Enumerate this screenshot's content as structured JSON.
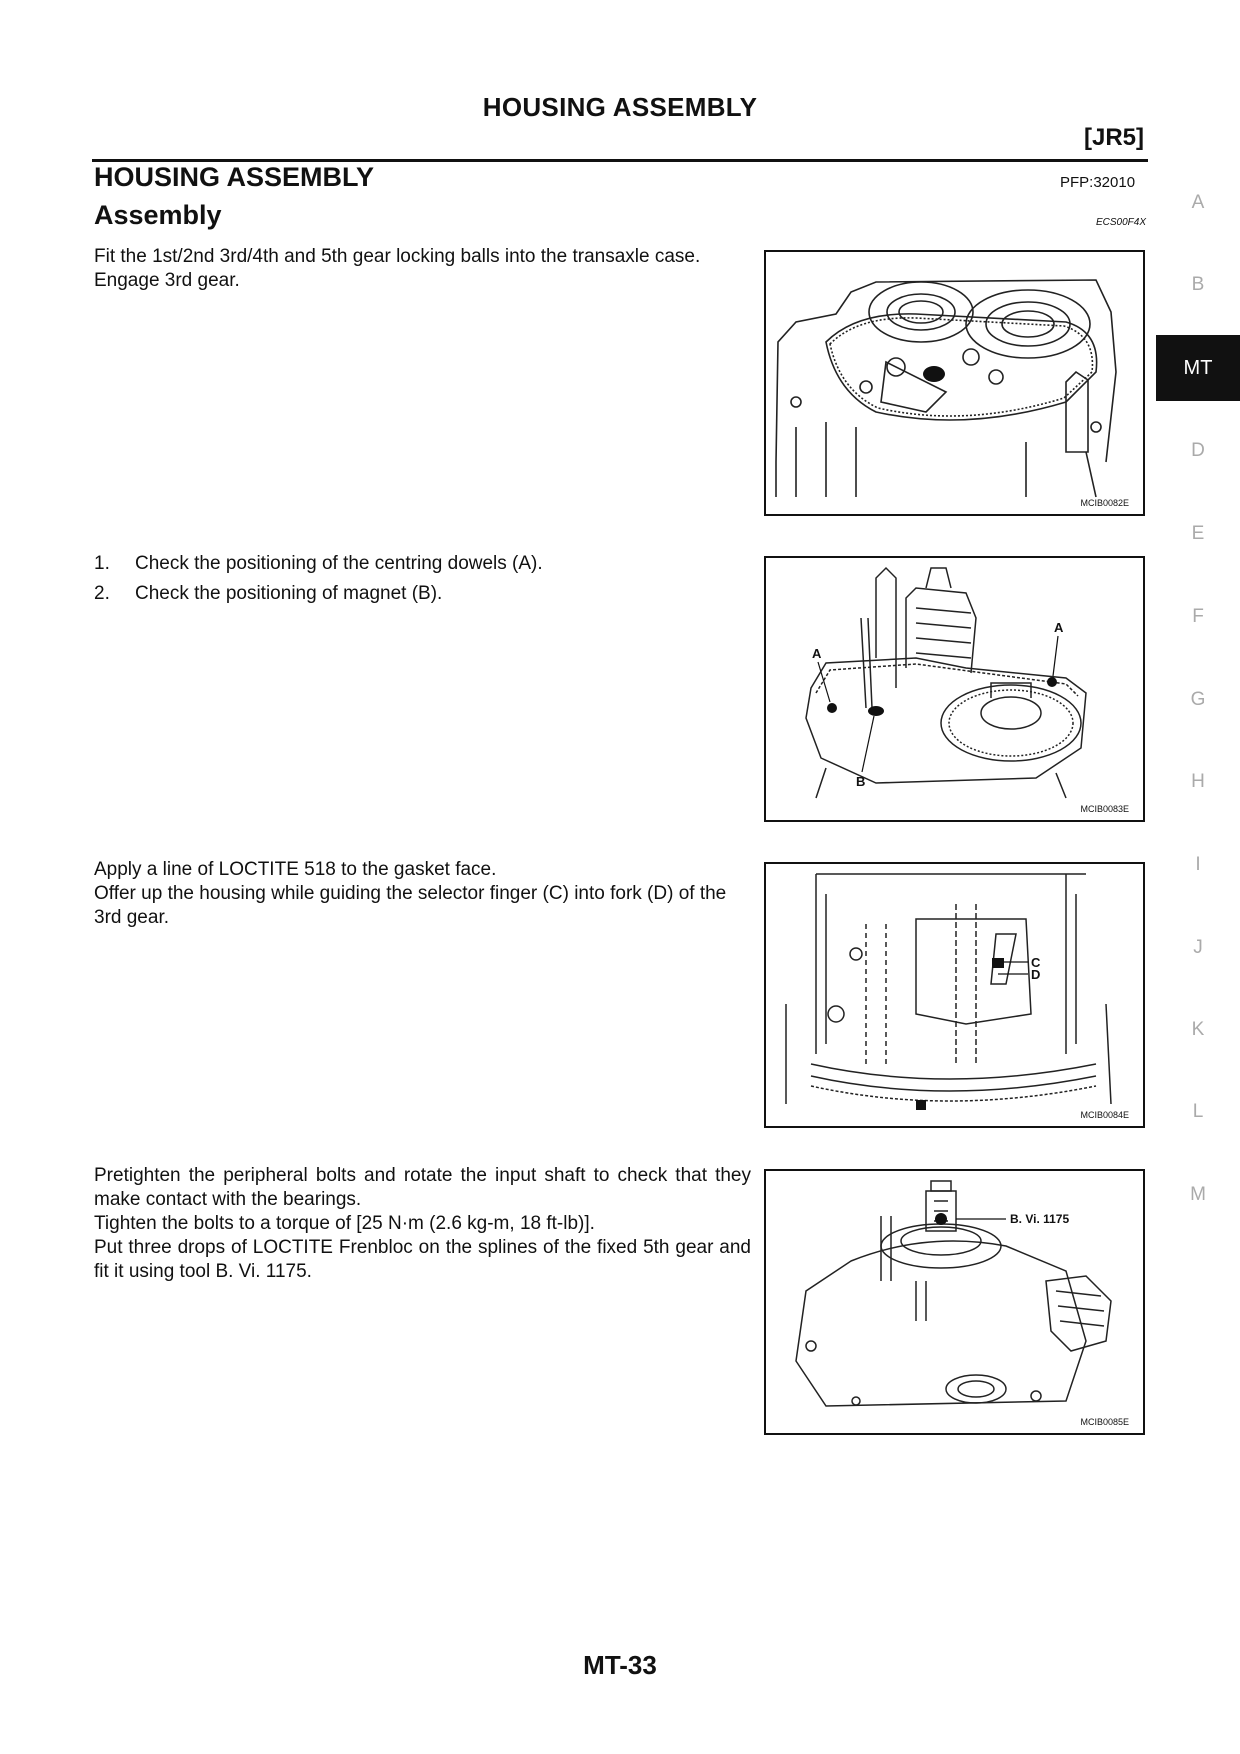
{
  "header": {
    "running_title": "HOUSING ASSEMBLY",
    "engine_code": "[JR5]"
  },
  "section": {
    "title": "HOUSING ASSEMBLY",
    "pfp": "PFP:32010",
    "subtitle": "Assembly",
    "doc_id": "ECS00F4X"
  },
  "blocks": [
    {
      "lines": [
        "Fit the 1st/2nd 3rd/4th and 5th gear locking balls into the transaxle case.",
        "Engage 3rd gear."
      ],
      "figure": {
        "code": "MCIB0082E",
        "callouts": []
      }
    },
    {
      "steps": [
        {
          "num": "1.",
          "text": "Check the positioning of the centring dowels (A)."
        },
        {
          "num": "2.",
          "text": "Check the positioning of magnet (B)."
        }
      ],
      "figure": {
        "code": "MCIB0083E",
        "callouts": [
          "A",
          "A",
          "B"
        ]
      }
    },
    {
      "lines": [
        "Apply a line of LOCTITE 518 to the gasket face.",
        "Offer up the housing while guiding the selector finger (C) into fork (D) of the 3rd gear."
      ],
      "figure": {
        "code": "MCIB0084E",
        "callouts": [
          "C",
          "D"
        ]
      }
    },
    {
      "lines": [
        "Pretighten the peripheral bolts and rotate the input shaft to check that they make contact with the bearings.",
        "Tighten the bolts to a torque of [25 N·m (2.6 kg-m, 18 ft-lb)].",
        "Put three drops of LOCTITE Frenbloc on the splines of the fixed 5th gear and fit it using tool B. Vi. 1175."
      ],
      "figure": {
        "code": "MCIB0085E",
        "callouts": [
          "B. Vi. 1175"
        ]
      }
    }
  ],
  "side_tabs": {
    "items": [
      "A",
      "B",
      "MT",
      "D",
      "E",
      "F",
      "G",
      "H",
      "I",
      "J",
      "K",
      "L",
      "M"
    ],
    "active": "MT"
  },
  "footer": {
    "page_number": "MT-33"
  }
}
